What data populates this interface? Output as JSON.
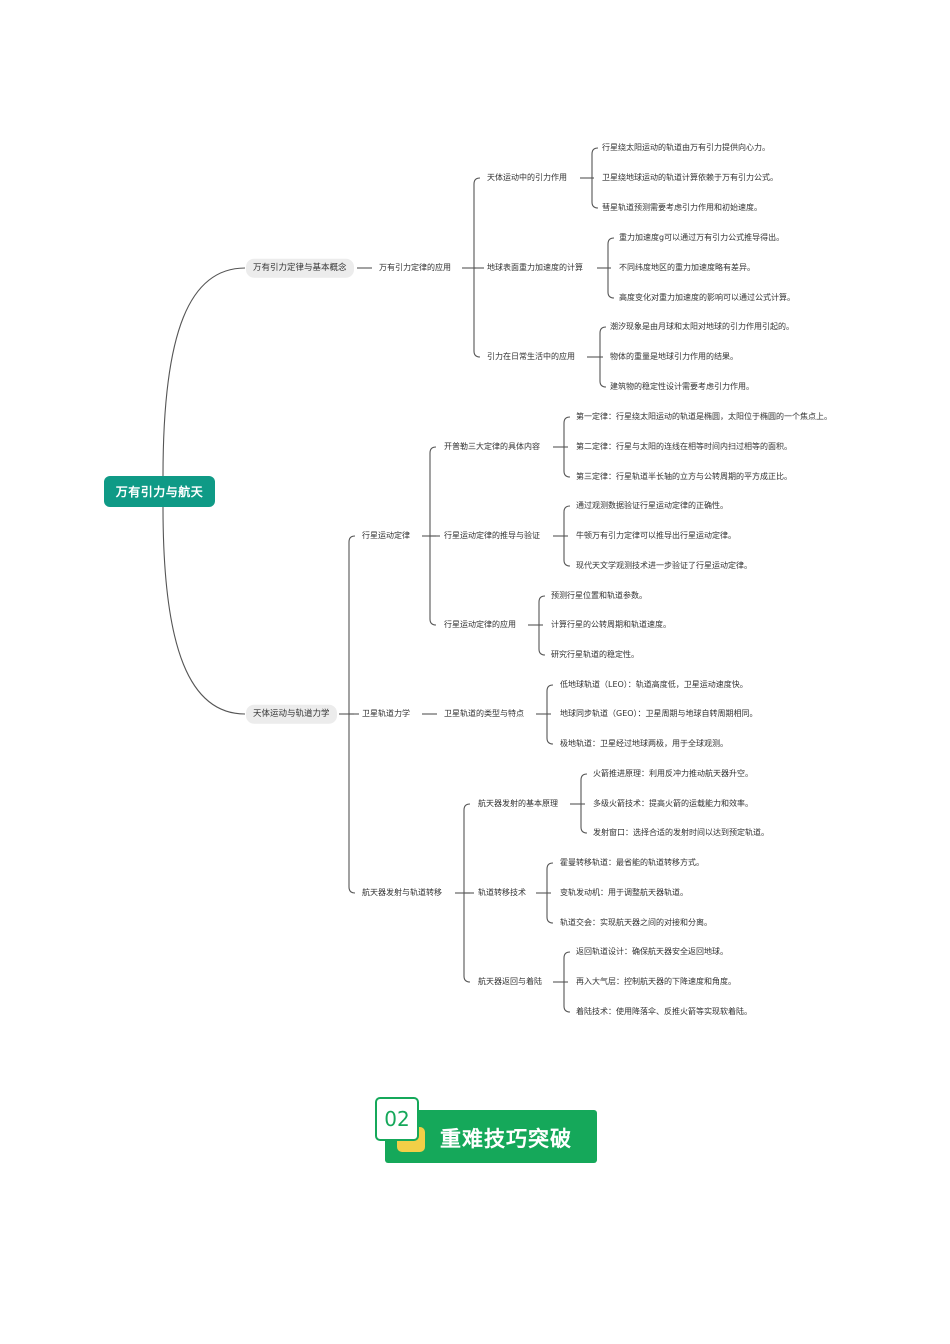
{
  "mindmap": {
    "root": "万有引力与航天",
    "branch1": {
      "label": "万有引力定律与基本概念",
      "sub": {
        "label": "万有引力定律的应用",
        "groups": [
          {
            "label": "天体运动中的引力作用",
            "items": [
              "行星绕太阳运动的轨道由万有引力提供向心力。",
              "卫星绕地球运动的轨道计算依赖于万有引力公式。",
              "彗星轨道预测需要考虑引力作用和初始速度。"
            ]
          },
          {
            "label": "地球表面重力加速度的计算",
            "items": [
              "重力加速度g可以通过万有引力公式推导得出。",
              "不同纬度地区的重力加速度略有差异。",
              "高度变化对重力加速度的影响可以通过公式计算。"
            ]
          },
          {
            "label": "引力在日常生活中的应用",
            "items": [
              "潮汐现象是由月球和太阳对地球的引力作用引起的。",
              "物体的重量是地球引力作用的结果。",
              "建筑物的稳定性设计需要考虑引力作用。"
            ]
          }
        ]
      }
    },
    "branch2": {
      "label": "天体运动与轨道力学",
      "subs": [
        {
          "label": "行星运动定律",
          "groups": [
            {
              "label": "开普勒三大定律的具体内容",
              "items": [
                "第一定律：行星绕太阳运动的轨道是椭圆，太阳位于椭圆的一个焦点上。",
                "第二定律：行星与太阳的连线在相等时间内扫过相等的面积。",
                "第三定律：行星轨道半长轴的立方与公转周期的平方成正比。"
              ]
            },
            {
              "label": "行星运动定律的推导与验证",
              "items": [
                "通过观测数据验证行星运动定律的正确性。",
                "牛顿万有引力定律可以推导出行星运动定律。",
                "现代天文学观测技术进一步验证了行星运动定律。"
              ]
            },
            {
              "label": "行星运动定律的应用",
              "items": [
                "预测行星位置和轨道参数。",
                "计算行星的公转周期和轨道速度。",
                "研究行星轨道的稳定性。"
              ]
            }
          ]
        },
        {
          "label": "卫星轨道力学",
          "groups": [
            {
              "label": "卫星轨道的类型与特点",
              "items": [
                "低地球轨道（LEO）：轨道高度低，卫星运动速度快。",
                "地球同步轨道（GEO）：卫星周期与地球自转周期相同。",
                "极地轨道：卫星经过地球两极，用于全球观测。"
              ]
            }
          ]
        },
        {
          "label": "航天器发射与轨道转移",
          "groups": [
            {
              "label": "航天器发射的基本原理",
              "items": [
                "火箭推进原理：利用反冲力推动航天器升空。",
                "多级火箭技术：提高火箭的运载能力和效率。",
                "发射窗口：选择合适的发射时间以达到预定轨道。"
              ]
            },
            {
              "label": "轨道转移技术",
              "items": [
                "霍曼转移轨道：最省能的轨道转移方式。",
                "变轨发动机：用于调整航天器轨道。",
                "轨道交会：实现航天器之间的对接和分离。"
              ]
            },
            {
              "label": "航天器返回与着陆",
              "items": [
                "返回轨道设计：确保航天器安全返回地球。",
                "再入大气层：控制航天器的下降速度和角度。",
                "着陆技术：使用降落伞、反推火箭等实现软着陆。"
              ]
            }
          ]
        }
      ]
    }
  },
  "section_banner": {
    "number": "02",
    "title": "重难技巧突破",
    "colors": {
      "green": "#15a85a",
      "yellow": "#f2cf47",
      "teal": "#0f9a86"
    }
  }
}
